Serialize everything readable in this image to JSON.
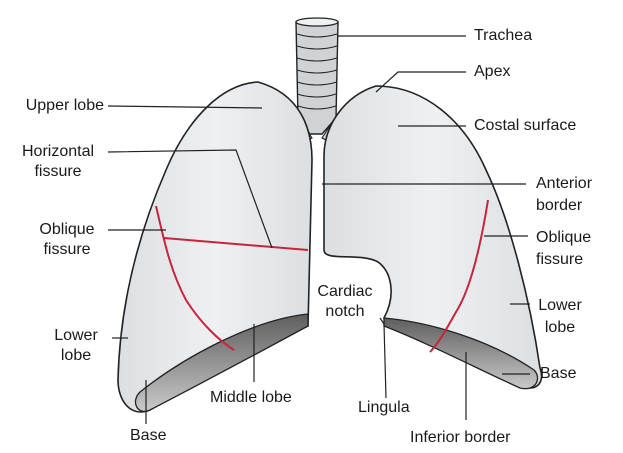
{
  "labels": {
    "trachea": "Trachea",
    "apex": "Apex",
    "upper_lobe": "Upper lobe",
    "costal_surface": "Costal surface",
    "horizontal_fissure_1": "Horizontal",
    "horizontal_fissure_2": "fissure",
    "anterior_border_1": "Anterior",
    "anterior_border_2": "border",
    "oblique_fissure_left_1": "Oblique",
    "oblique_fissure_left_2": "fissure",
    "oblique_fissure_right_1": "Oblique",
    "oblique_fissure_right_2": "fissure",
    "cardiac_notch_1": "Cardiac",
    "cardiac_notch_2": "notch",
    "lower_lobe_left_1": "Lower",
    "lower_lobe_left_2": "lobe",
    "lower_lobe_right_1": "Lower",
    "lower_lobe_right_2": "lobe",
    "base_right": "Base",
    "middle_lobe": "Middle lobe",
    "lingula": "Lingula",
    "base_left": "Base",
    "inferior_border": "Inferior border"
  },
  "colors": {
    "lung_fill": "#e8eaec",
    "base_fill": "#8a8a8a",
    "fissure": "#c8243c",
    "outline": "#222222"
  }
}
